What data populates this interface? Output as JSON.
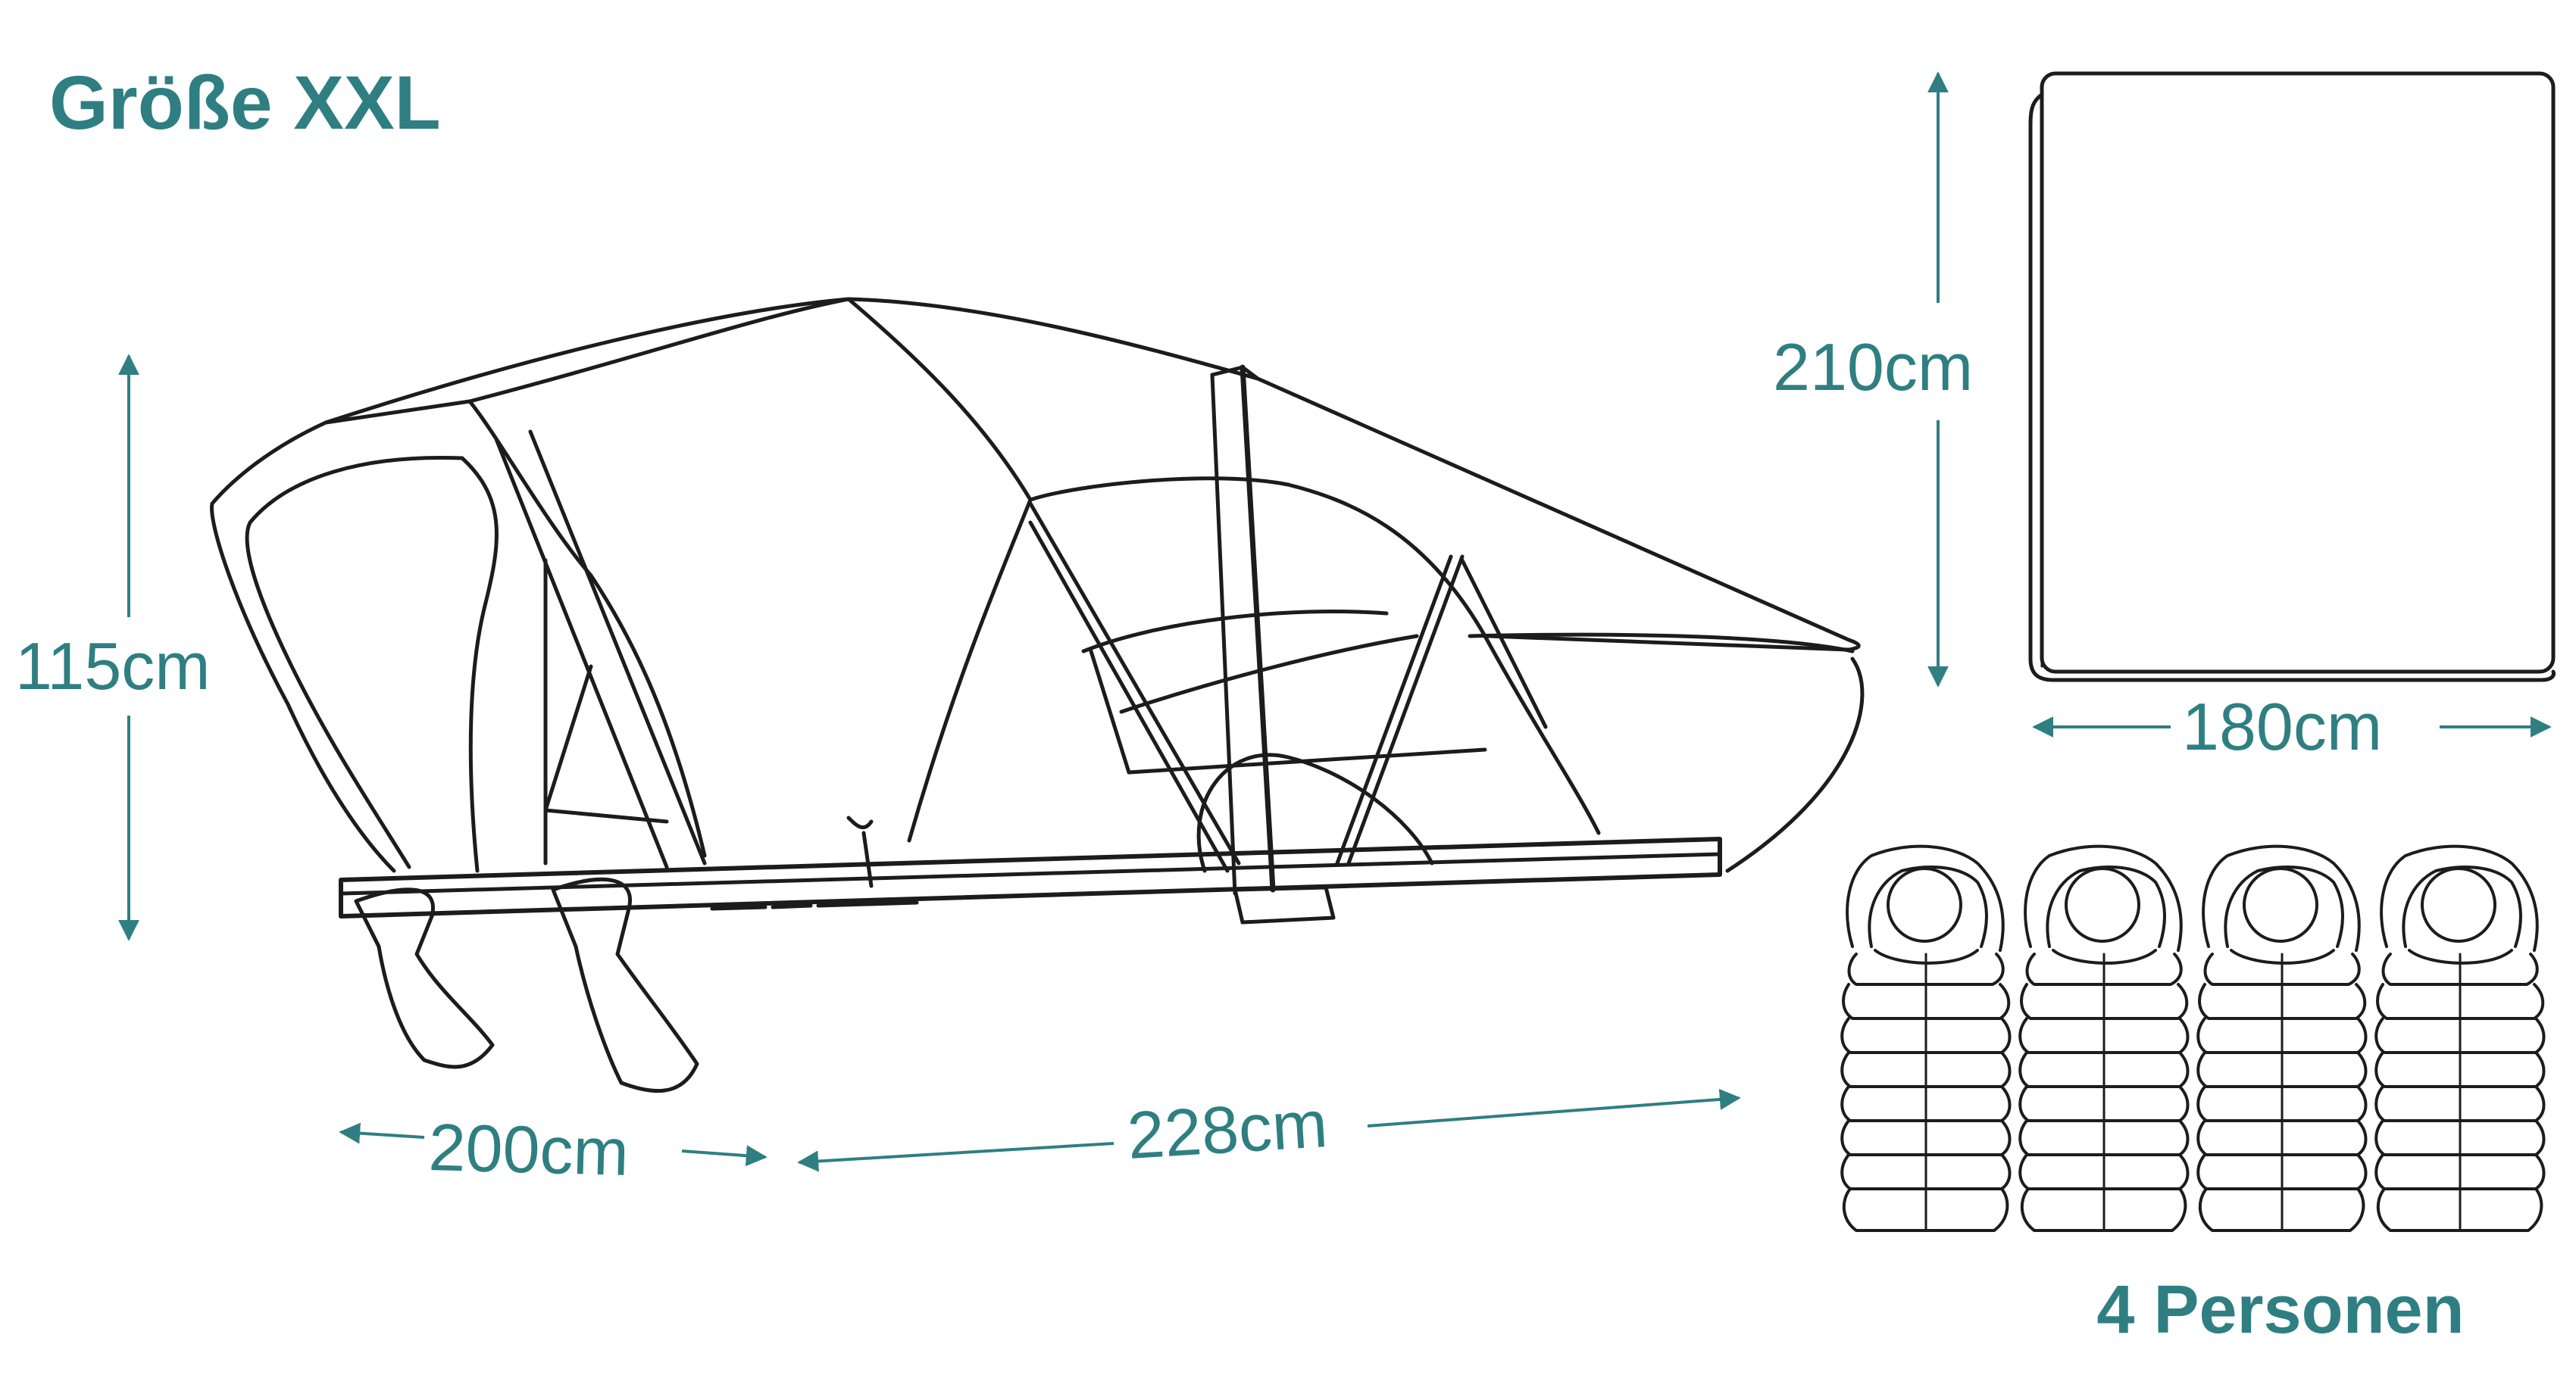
{
  "title": "Größe XXL",
  "dimensions": {
    "height": "115cm",
    "width": "200cm",
    "length": "228cm",
    "mattress_length": "210cm",
    "mattress_width": "180cm"
  },
  "capacity": "4 Personen",
  "colors": {
    "accent": "#2f7f82",
    "ink": "#1c1c1c"
  },
  "icons": [
    "rooftop-tent-illustration",
    "mattress-icon",
    "sleeping-bag-icon"
  ]
}
